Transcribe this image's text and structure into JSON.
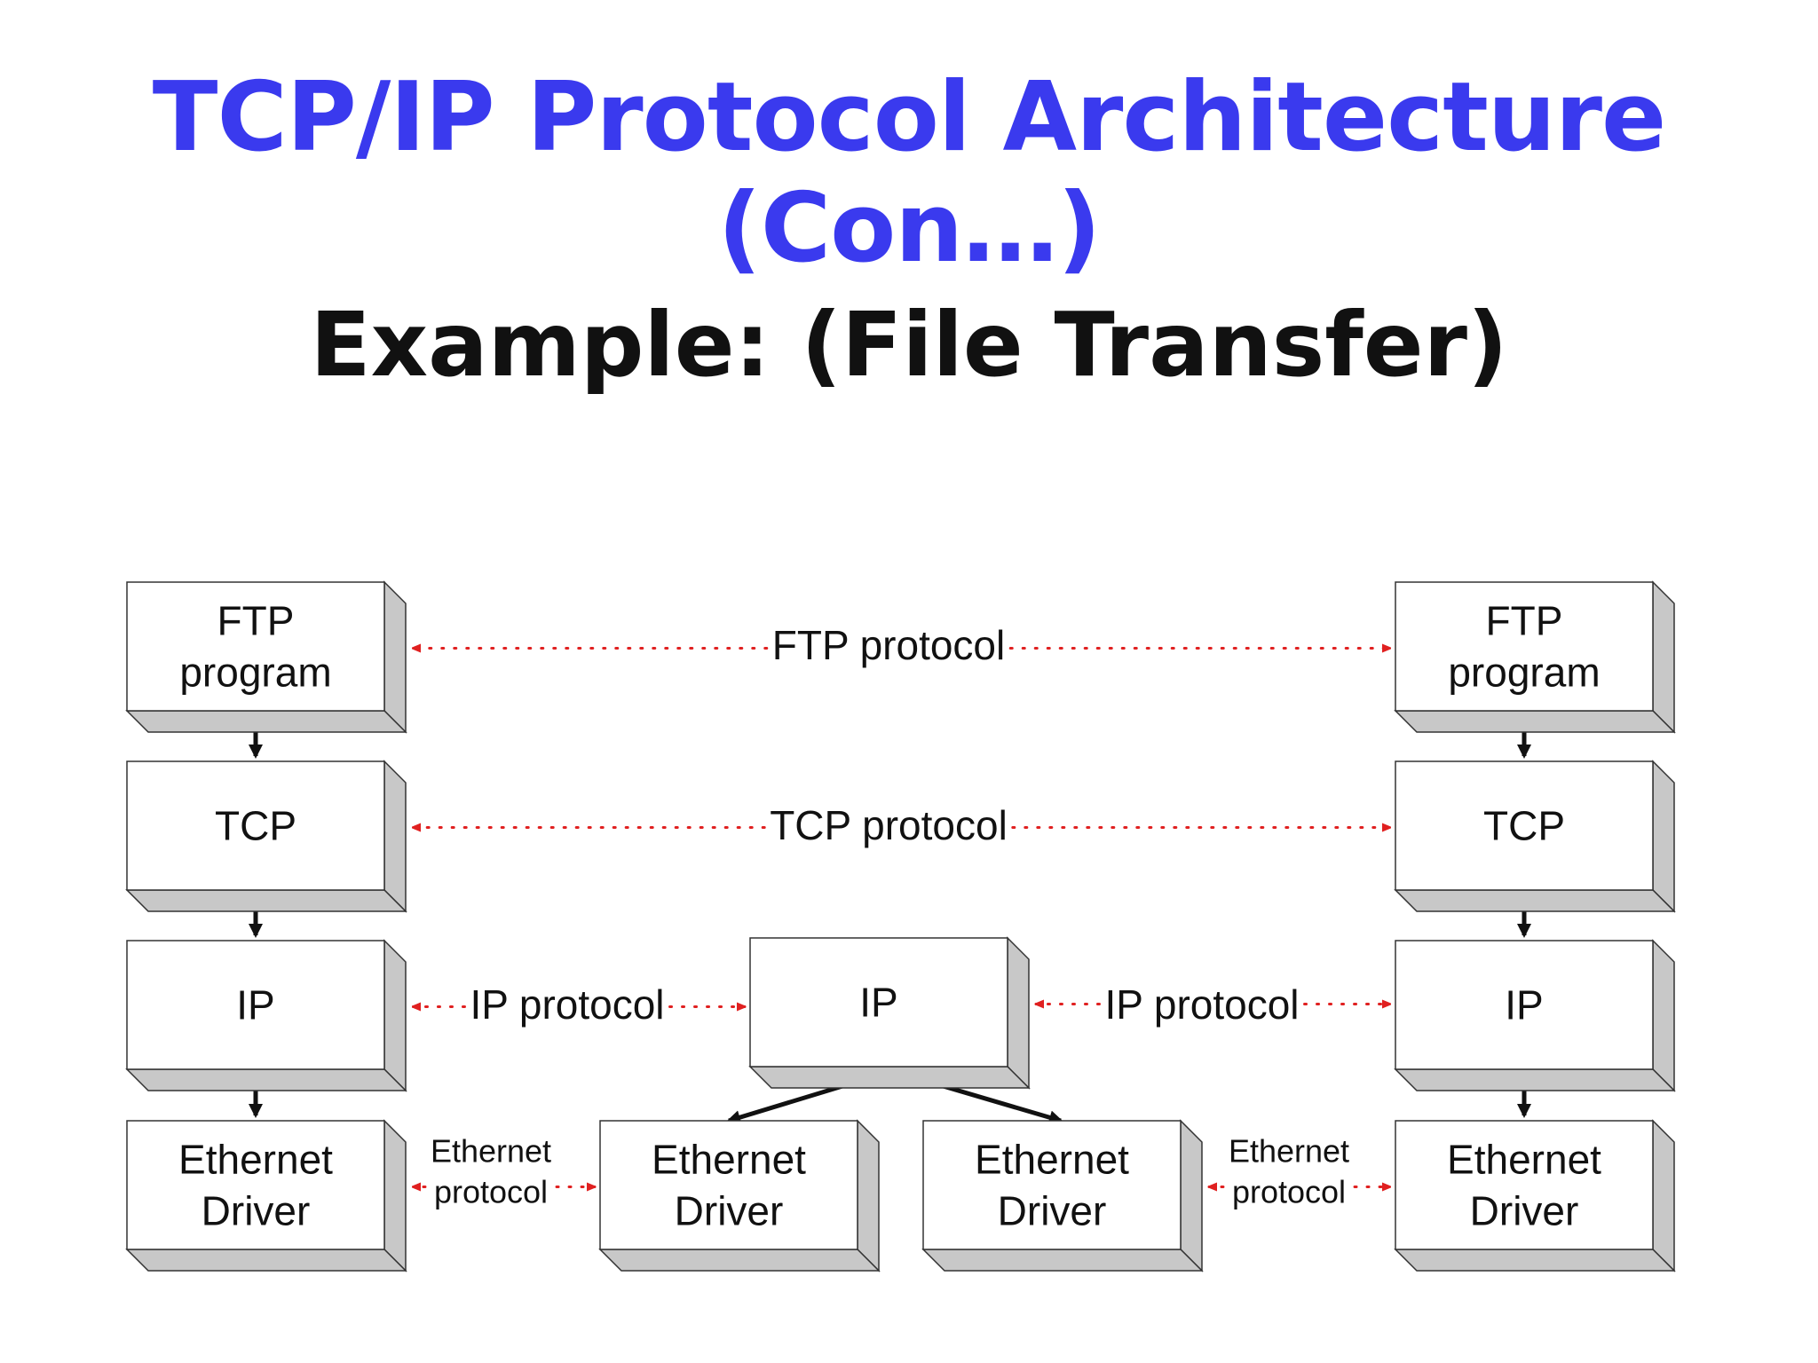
{
  "slide": {
    "title": "TCP/IP Protocol Architecture (Con…)",
    "subtitle": "Example: (File Transfer)"
  },
  "diagram": {
    "boxes": [
      {
        "id": "left-ftp",
        "lines": [
          "FTP",
          "program"
        ]
      },
      {
        "id": "left-tcp",
        "lines": [
          "TCP"
        ]
      },
      {
        "id": "left-ip",
        "lines": [
          "IP"
        ]
      },
      {
        "id": "left-eth",
        "lines": [
          "Ethernet",
          "Driver"
        ]
      },
      {
        "id": "mid-ip",
        "lines": [
          "IP"
        ]
      },
      {
        "id": "mid-eth-left",
        "lines": [
          "Ethernet",
          "Driver"
        ]
      },
      {
        "id": "mid-eth-right",
        "lines": [
          "Ethernet",
          "Driver"
        ]
      },
      {
        "id": "right-ftp",
        "lines": [
          "FTP",
          "program"
        ]
      },
      {
        "id": "right-tcp",
        "lines": [
          "TCP"
        ]
      },
      {
        "id": "right-ip",
        "lines": [
          "IP"
        ]
      },
      {
        "id": "right-eth",
        "lines": [
          "Ethernet",
          "Driver"
        ]
      }
    ],
    "protocols": [
      {
        "id": "ftp-protocol",
        "from": "left-ftp",
        "to": "right-ftp",
        "lines": [
          "FTP protocol"
        ]
      },
      {
        "id": "tcp-protocol",
        "from": "left-tcp",
        "to": "right-tcp",
        "lines": [
          "TCP protocol"
        ]
      },
      {
        "id": "ip-protocol-left",
        "from": "left-ip",
        "to": "mid-ip",
        "lines": [
          "IP protocol"
        ]
      },
      {
        "id": "ip-protocol-right",
        "from": "mid-ip",
        "to": "right-ip",
        "lines": [
          "IP protocol"
        ]
      },
      {
        "id": "ethernet-protocol-left",
        "from": "left-eth",
        "to": "mid-eth-left",
        "lines": [
          "Ethernet",
          "protocol"
        ]
      },
      {
        "id": "ethernet-protocol-right",
        "from": "mid-eth-right",
        "to": "right-eth",
        "lines": [
          "Ethernet",
          "protocol"
        ]
      }
    ],
    "stack_links": [
      {
        "from": "left-ftp",
        "to": "left-tcp"
      },
      {
        "from": "left-tcp",
        "to": "left-ip"
      },
      {
        "from": "left-ip",
        "to": "left-eth"
      },
      {
        "from": "right-ftp",
        "to": "right-tcp"
      },
      {
        "from": "right-tcp",
        "to": "right-ip"
      },
      {
        "from": "right-ip",
        "to": "right-eth"
      },
      {
        "from": "mid-ip",
        "to": "mid-eth-left"
      },
      {
        "from": "mid-ip",
        "to": "mid-eth-right"
      }
    ],
    "colors": {
      "protocol": "#e02020",
      "stack": "#111111",
      "box_border": "#333333",
      "box_shadow": "#c8c8c8",
      "box_fill": "#ffffff",
      "text": "#111111"
    }
  }
}
